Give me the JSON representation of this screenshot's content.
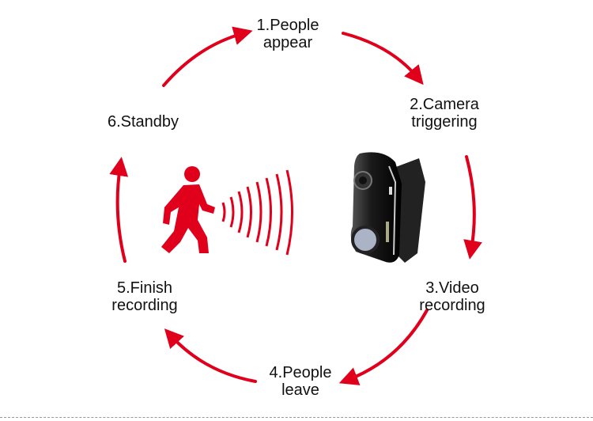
{
  "steps": [
    {
      "line1": "1.People",
      "line2": "appear"
    },
    {
      "line1": "2.Camera",
      "line2": "triggering"
    },
    {
      "line1": "3.Video",
      "line2": "recording"
    },
    {
      "line1": "4.People",
      "line2": "leave"
    },
    {
      "line1": "5.Finish",
      "line2": "recording"
    },
    {
      "line1": "6.Standby",
      "line2": ""
    }
  ],
  "colors": {
    "arrow": "#e0001b",
    "text": "#111111"
  },
  "icons": [
    "walking-person-icon",
    "signal-waves-icon",
    "mini-camera-image"
  ]
}
